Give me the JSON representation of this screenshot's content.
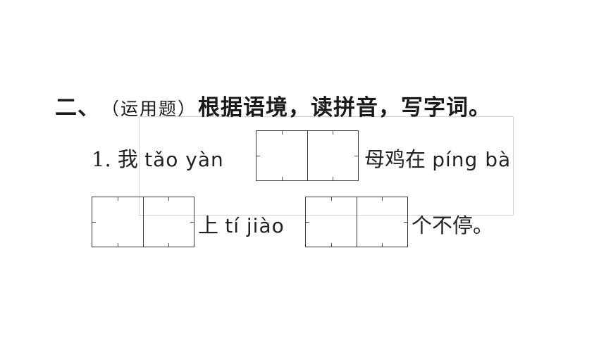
{
  "section": {
    "number": "二、",
    "question_type": "（运用题）",
    "instruction": "根据语境，读拼音，写字词。"
  },
  "item1": {
    "number": "1.",
    "text_a": "我",
    "pinyin_a": "tǎo yàn",
    "text_b": "母鸡在",
    "pinyin_b": "píng bà",
    "text_c": "上",
    "pinyin_c": "tí jiào",
    "text_d": "个不停。"
  }
}
